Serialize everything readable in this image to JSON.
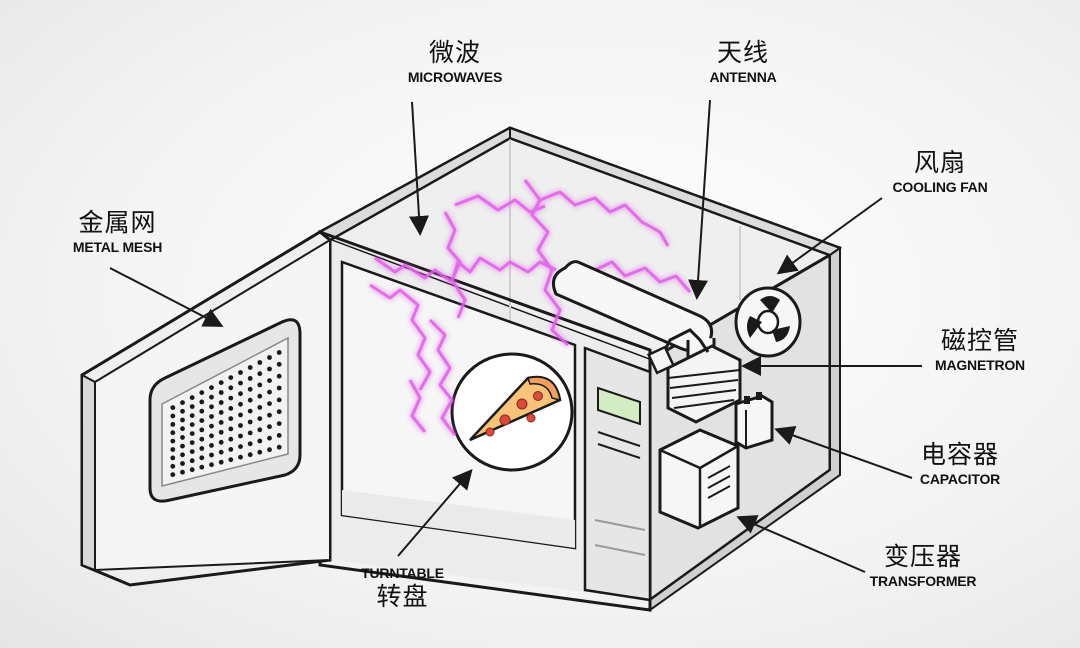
{
  "labels": {
    "microwaves": {
      "zh": "微波",
      "en": "MICROWAVES"
    },
    "antenna": {
      "zh": "天线",
      "en": "ANTENNA"
    },
    "cooling_fan": {
      "zh": "风扇",
      "en": "COOLING FAN"
    },
    "metal_mesh": {
      "zh": "金属网",
      "en": "METAL MESH"
    },
    "magnetron": {
      "zh": "磁控管",
      "en": "MAGNETRON"
    },
    "capacitor": {
      "zh": "电容器",
      "en": "CAPACITOR"
    },
    "transformer": {
      "zh": "变压器",
      "en": "TRANSFORMER"
    },
    "turntable": {
      "zh": "转盘",
      "en": "TURNTABLE"
    }
  },
  "colors": {
    "outline": "#1a1a1a",
    "body_fill": "#f2f2f2",
    "microwave_wave": "#e060e8",
    "pizza_crust": "#f0a060",
    "pizza_cheese": "#f7c27a",
    "pepperoni": "#d94a3a",
    "display": "#d4ecc4"
  }
}
